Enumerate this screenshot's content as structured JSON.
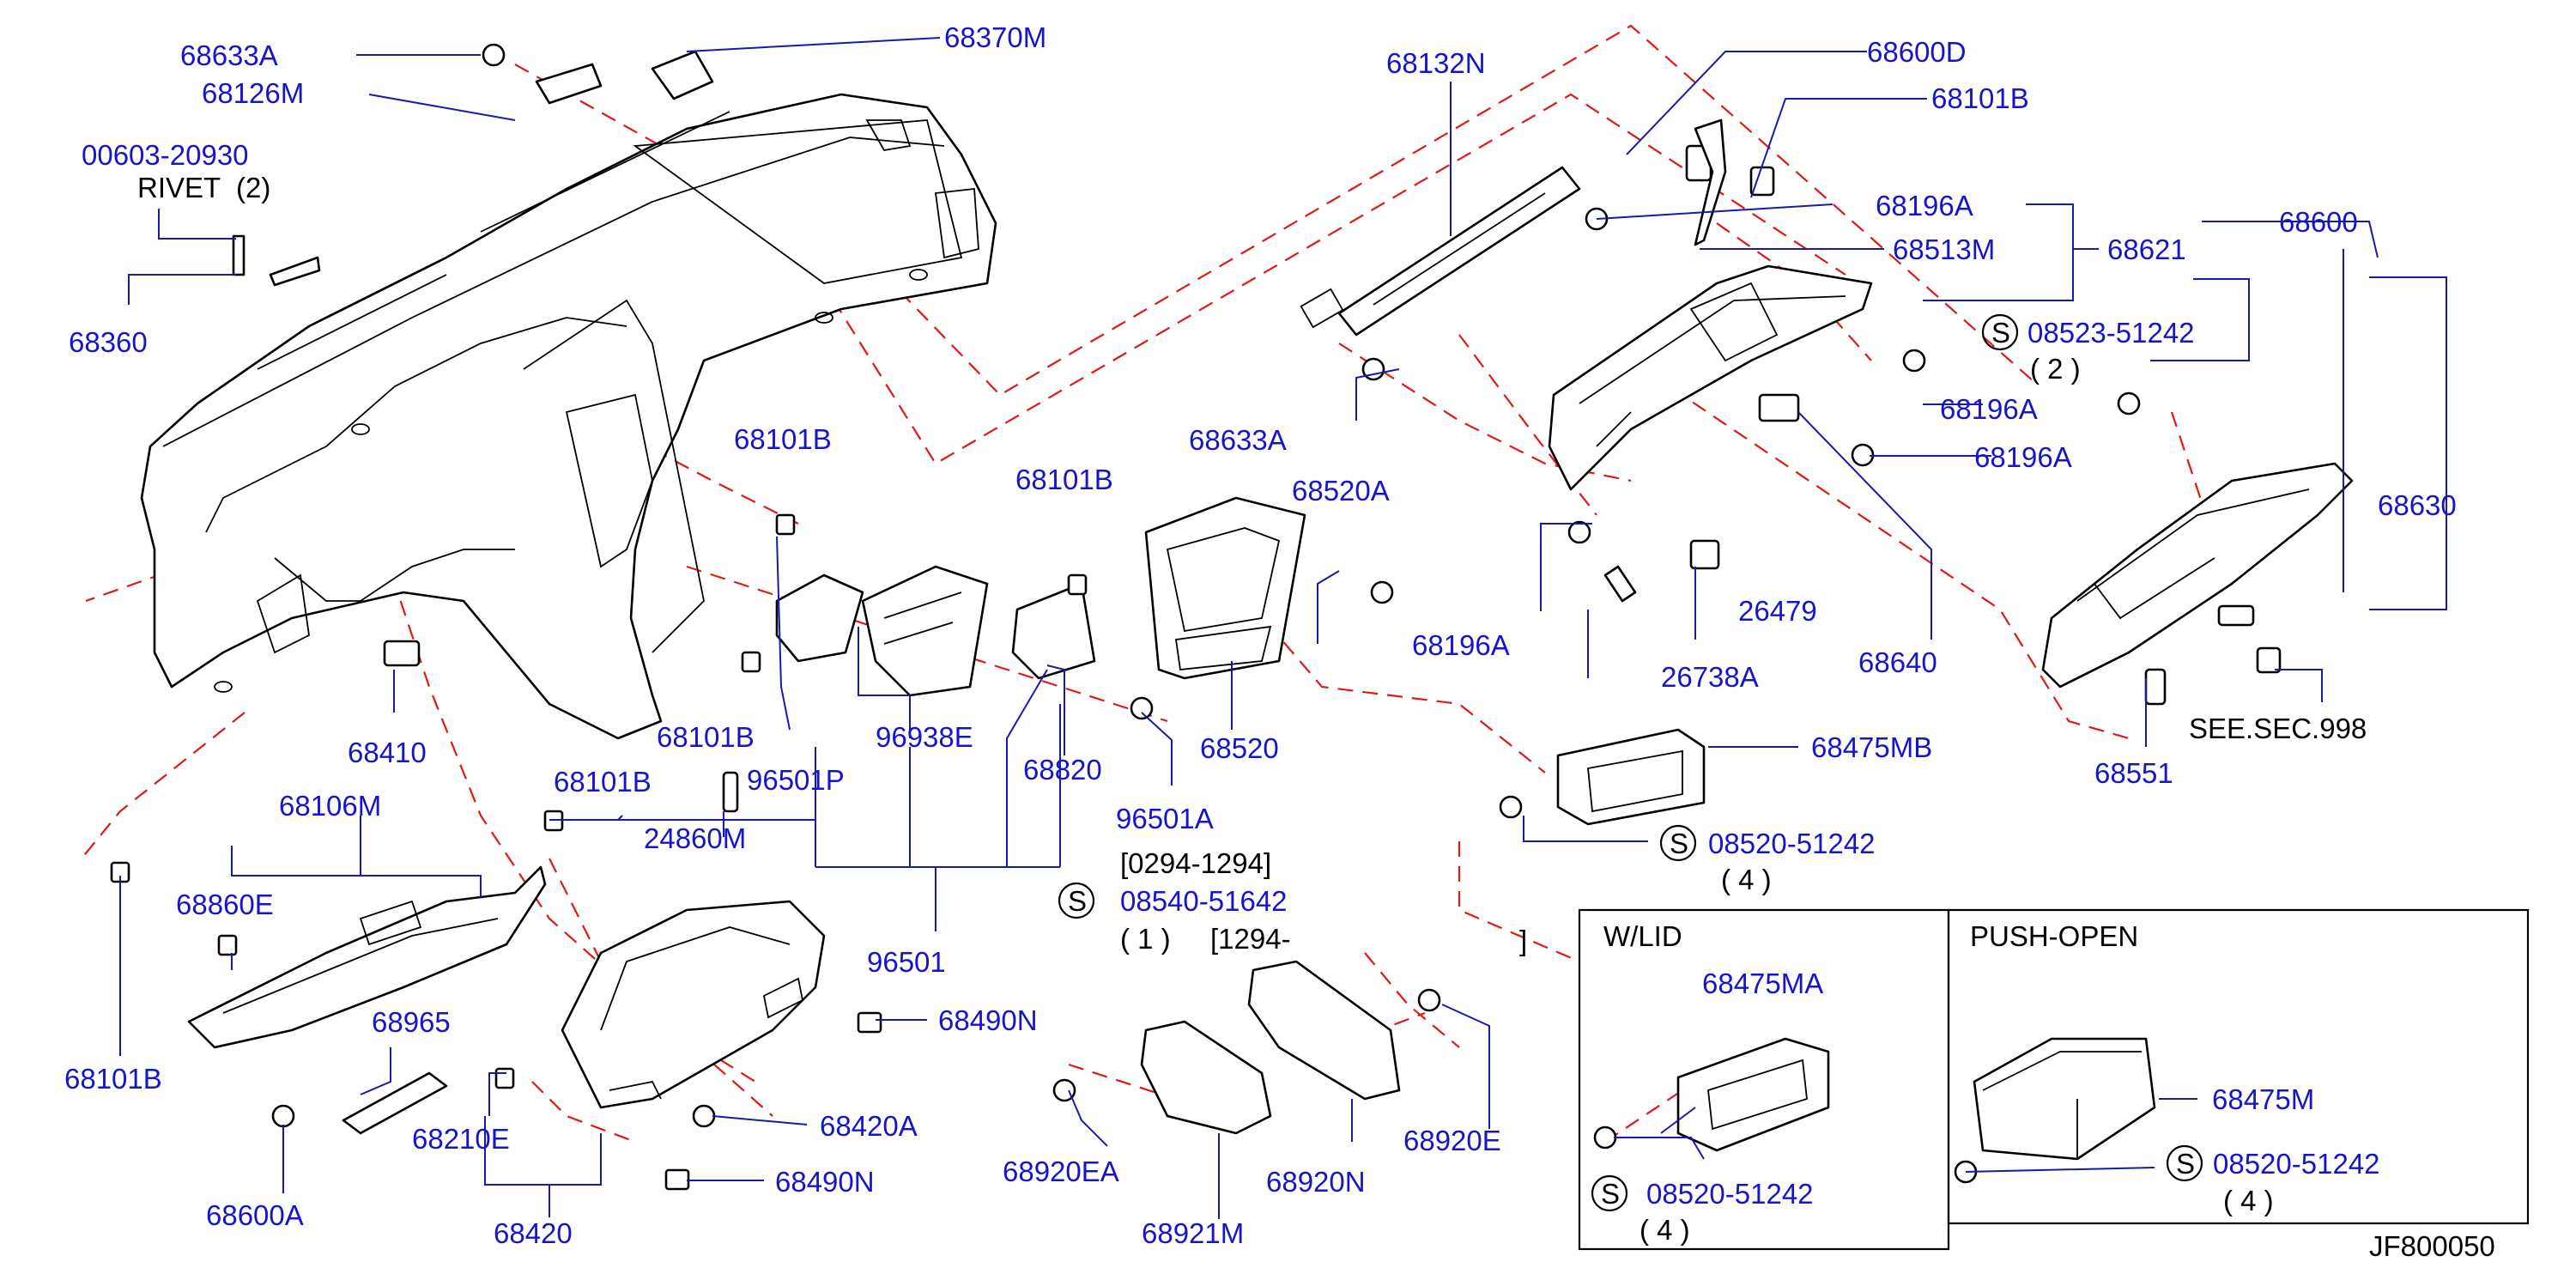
{
  "diagram": {
    "code": "JF800050",
    "colors": {
      "label": "#1515cc",
      "leader": "#1a1aa8",
      "dashed": "#e01818",
      "outline": "#000000"
    },
    "parts": {
      "p68633A_1": "68633A",
      "p68126M": "68126M",
      "p68370M": "68370M",
      "p00603": "00603-20930",
      "rivet": "RIVET",
      "rivet_qty": "(2)",
      "p68360": "68360",
      "p68132N": "68132N",
      "p68600D": "68600D",
      "p68101B_top": "68101B",
      "p68196A_1": "68196A",
      "p68513M": "68513M",
      "p68621": "68621",
      "p68600": "68600",
      "s_08523": "08523-51242",
      "s_08523_qty": "( 2 )",
      "p68196A_2": "68196A",
      "p68196A_3": "68196A",
      "p68630": "68630",
      "p68101B_2": "68101B",
      "p68101B_3": "68101B",
      "p68520A": "68520A",
      "p68633A_2": "68633A",
      "p68196A_4": "68196A",
      "p26479": "26479",
      "p68640": "68640",
      "p26738A": "26738A",
      "p68551": "68551",
      "see_sec": "SEE.SEC.998",
      "p68410": "68410",
      "p68101B_4": "68101B",
      "p96938E": "96938E",
      "p96501P": "96501P",
      "p68820": "68820",
      "p68520": "68520",
      "p68475MB": "68475MB",
      "p68101B_5": "68101B",
      "p24860M": "24860M",
      "p96501A": "96501A",
      "date_a": "[0294-1294]",
      "s_08540": "08540-51642",
      "s_08540_qty": "( 1 )",
      "date_b": "[1294-",
      "date_close": "]",
      "s_08520_a": "08520-51242",
      "s_08520_a_qty": "( 4 )",
      "p68106M": "68106M",
      "p68860E": "68860E",
      "p96501": "96501",
      "p68101B_6": "68101B",
      "p68965": "68965",
      "p68490N_1": "68490N",
      "p68210E": "68210E",
      "p68420A": "68420A",
      "p68600A": "68600A",
      "p68490N_2": "68490N",
      "p68420": "68420",
      "p68920EA": "68920EA",
      "p68920E": "68920E",
      "p68920N": "68920N",
      "p68921M": "68921M",
      "wlid": "W/LID",
      "pushopen": "PUSH-OPEN",
      "p68475MA": "68475MA",
      "p68475M": "68475M",
      "s_08520_b": "08520-51242",
      "s_08520_b_qty": "( 4 )",
      "s_08520_c": "08520-51242",
      "s_08520_c_qty": "( 4 )",
      "s_symbol": "S"
    }
  }
}
